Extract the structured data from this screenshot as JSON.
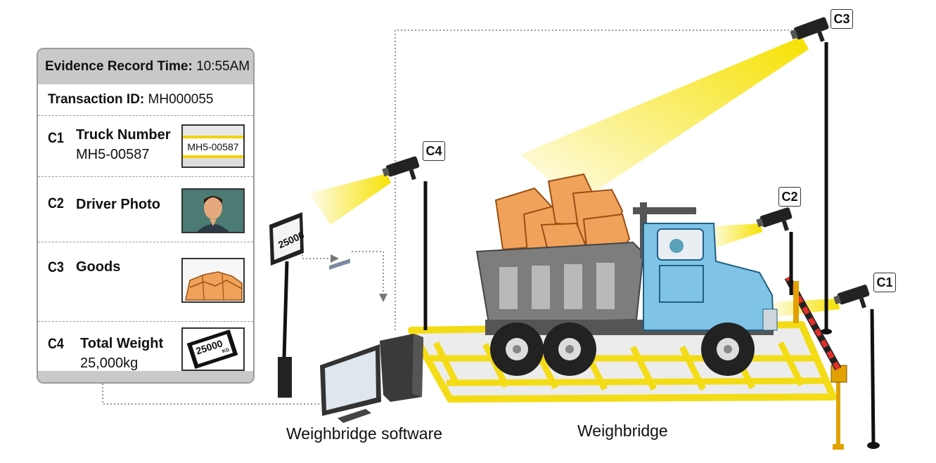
{
  "record": {
    "header_label": "Evidence Record Time:",
    "header_time": "10:55AM",
    "transaction_label": "Transaction ID:",
    "transaction_id": "MH000055",
    "rows": [
      {
        "code": "C1",
        "label": "Truck Number",
        "value": "MH5-00587",
        "thumb_text": "MH5-00587"
      },
      {
        "code": "C2",
        "label": "Driver Photo",
        "value": ""
      },
      {
        "code": "C3",
        "label": "Goods",
        "value": ""
      },
      {
        "code": "C4",
        "label": "Total Weight",
        "value": "25,000kg",
        "thumb_text": "25000",
        "thumb_unit": "KG"
      }
    ]
  },
  "display_board": {
    "reading": "25000"
  },
  "cameras": {
    "c1": "C1",
    "c2": "C2",
    "c3": "C3",
    "c4": "C4"
  },
  "captions": {
    "software": "Weighbridge software",
    "bridge": "Weighbridge"
  },
  "colors": {
    "beam": "#f6e100",
    "platform": "#f3dc16",
    "truck_cab": "#7fc3e6",
    "truck_bed": "#7d7d7d",
    "cargo": "#f0a25a",
    "card_header": "#c9c9c9"
  }
}
